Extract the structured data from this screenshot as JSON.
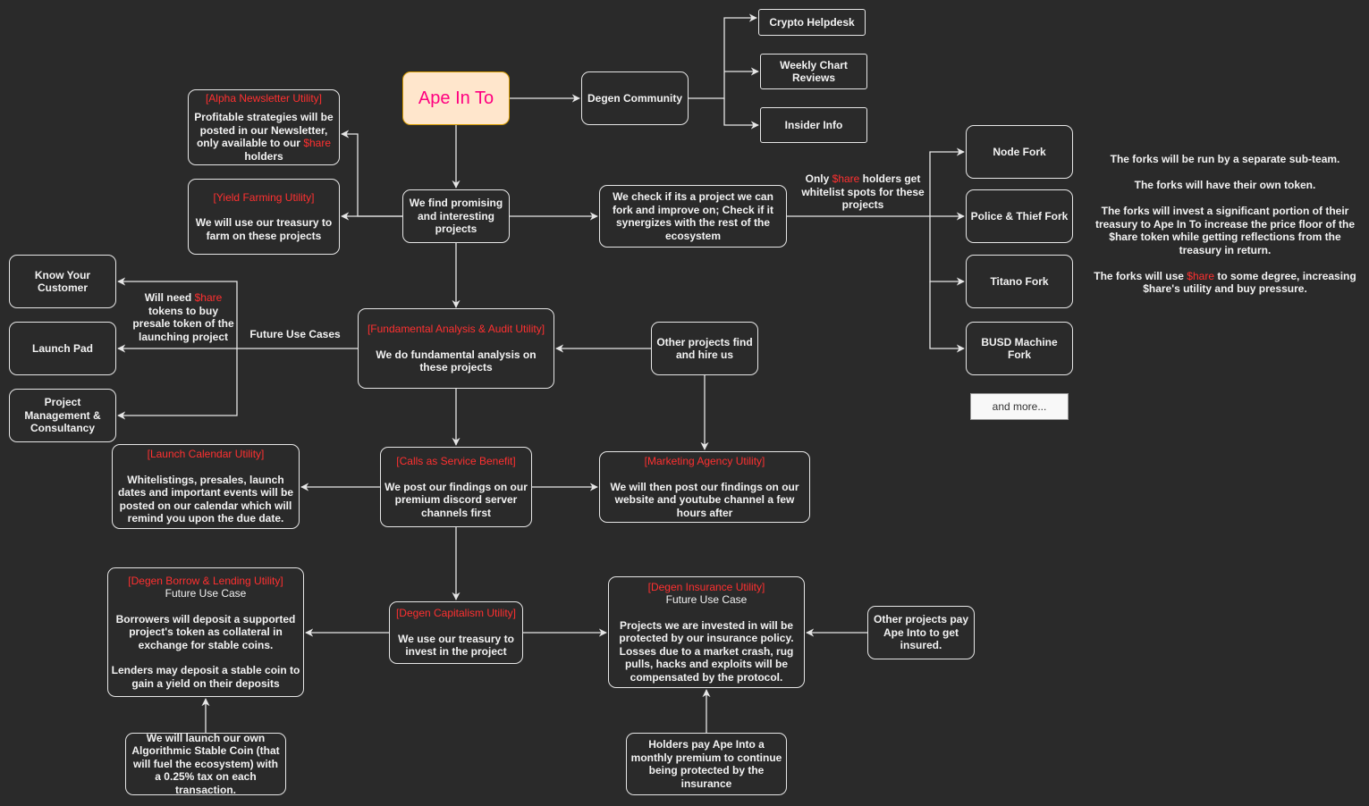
{
  "nodes": {
    "ape_in_to": {
      "label": "Ape In To"
    },
    "degen_community": {
      "label": "Degen Community"
    },
    "crypto_helpdesk": {
      "label": "Crypto Helpdesk"
    },
    "weekly_chart": {
      "label": "Weekly Chart Reviews"
    },
    "insider_info": {
      "label": "Insider Info"
    },
    "alpha_newsletter": {
      "title": "[Alpha Newsletter Utility]",
      "pre": "Profitable strategies will be posted in our Newsletter, only available to our ",
      "share": "$hare",
      "post": " holders"
    },
    "yield_farming": {
      "title": "[Yield Farming Utility]",
      "body": "We will use our treasury to farm on these projects"
    },
    "find_projects": {
      "label": "We find promising and interesting projects"
    },
    "check_fork": {
      "label": "We check if its a project we can fork and improve on; Check if it synergizes with the rest of the ecosystem"
    },
    "node_fork": {
      "label": "Node Fork"
    },
    "police_thief_fork": {
      "label": "Police & Thief Fork"
    },
    "titano_fork": {
      "label": "Titano Fork"
    },
    "busd_fork": {
      "label": "BUSD Machine Fork"
    },
    "and_more": {
      "label": "and more..."
    },
    "kyc": {
      "label": "Know Your Customer"
    },
    "launch_pad": {
      "label": "Launch Pad"
    },
    "project_mgmt": {
      "label": "Project Management & Consultancy"
    },
    "fundamental": {
      "title": "[Fundamental Analysis & Audit Utility]",
      "body": "We do fundamental analysis on these projects"
    },
    "other_hire": {
      "label": "Other projects find and hire us"
    },
    "launch_calendar": {
      "title": "[Launch Calendar Utility]",
      "body": "Whitelistings, presales, launch dates and important events will be posted on our calendar which will remind you upon the due date."
    },
    "calls_service": {
      "title": "[Calls as Service Benefit]",
      "body": "We post our findings on our premium discord server channels first"
    },
    "marketing": {
      "title": "[Marketing Agency Utility]",
      "body": "We will then post our findings on our website and youtube channel a few hours after"
    },
    "borrow_lending": {
      "title": "[Degen Borrow & Lending Utility]",
      "sub": "Future Use Case",
      "body1": "Borrowers will deposit a supported project's token as collateral in exchange for stable coins.",
      "body2": "Lenders may deposit a stable coin to gain a yield on their deposits"
    },
    "capitalism": {
      "title": "[Degen Capitalism Utility]",
      "body": "We use our treasury to invest in the project"
    },
    "insurance": {
      "title": "[Degen Insurance Utility]",
      "sub": "Future Use Case",
      "body": "Projects we are invested in will be protected by our insurance policy. Losses due to a market crash, rug pulls, hacks and exploits will be compensated by the protocol."
    },
    "other_pay": {
      "label": "Other projects pay Ape Into to get insured."
    },
    "stable_coin": {
      "label": "We will launch our own Algorithmic Stable Coin (that will fuel the ecosystem) with a 0.25% tax on each transaction."
    },
    "holders_pay": {
      "label": "Holders pay Ape Into a monthly premium to continue being protected by the insurance"
    }
  },
  "labels": {
    "whitelist": {
      "pre": "Only ",
      "share": "$hare",
      "post": " holders get whitelist spots for these projects"
    },
    "will_need": {
      "pre": "Will need ",
      "share": "$hare",
      "post": " tokens to buy presale token of the launching project"
    },
    "future_use": "Future Use Cases"
  },
  "notes": {
    "line1": "The forks will be run by a separate sub-team.",
    "line2": "The forks will have their own token.",
    "line3": "The forks will invest a significant portion of their treasury to Ape In To increase the price floor of the $hare token while getting reflections from the treasury in return.",
    "line4_pre": "The forks will use ",
    "line4_share": "$hare",
    "line4_post": " to some degree, increasing $hare's utility and buy pressure."
  },
  "colors": {
    "background": "#2a2a2a",
    "edge": "#e6e6e6",
    "highlight": "#ff3030",
    "title_fill": "#ffe6cc",
    "title_border": "#d79b00",
    "title_text": "#ff0080"
  }
}
